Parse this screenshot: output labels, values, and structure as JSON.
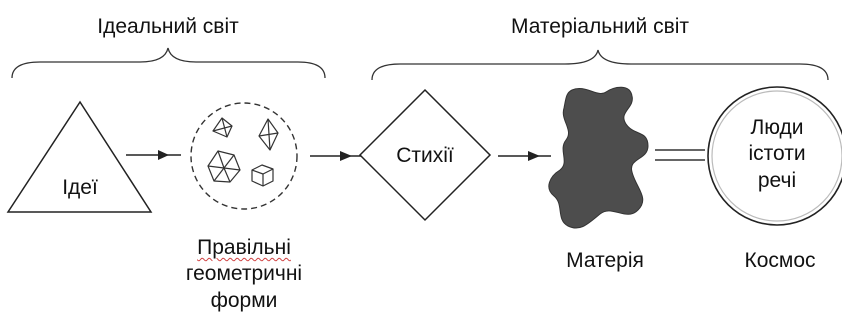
{
  "header": {
    "ideal_world": "Ідеальний світ",
    "material_world": "Матеріальний світ"
  },
  "nodes": {
    "ideas": "Ідеї",
    "elements": "Стихії",
    "beings": [
      "Люди",
      "істоти",
      "речі"
    ]
  },
  "captions": {
    "regular_forms": [
      "Правільні",
      "геометричні",
      "форми"
    ],
    "matter": "Матерія",
    "cosmos": "Космос"
  },
  "colors": {
    "stroke": "#222222",
    "matter_fill": "#4d4d4d",
    "spellcheck_underline": "#d04040"
  }
}
